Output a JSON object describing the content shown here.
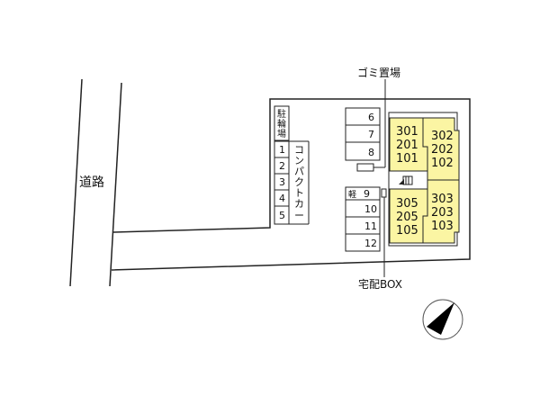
{
  "labels": {
    "road": "道路",
    "garbage": "ゴミ置場",
    "delivery_box": "宅配BOX",
    "bicycle_parking": [
      "駐",
      "輪",
      "場"
    ],
    "compact_car": [
      "コ",
      "ン",
      "パ",
      "ク",
      "ト",
      "カ",
      "ー"
    ],
    "light_car": "軽"
  },
  "parking_left": [
    "1",
    "2",
    "3",
    "4",
    "5"
  ],
  "parking_top": [
    "6",
    "7",
    "8"
  ],
  "parking_bottom": [
    "9",
    "10",
    "11",
    "12"
  ],
  "units": {
    "top_left": [
      "301",
      "201",
      "101"
    ],
    "top_right": [
      "302",
      "202",
      "102"
    ],
    "bottom_left": [
      "305",
      "205",
      "105"
    ],
    "bottom_right": [
      "303",
      "203",
      "103"
    ]
  },
  "colors": {
    "unit_fill": "#fbf5a3",
    "line": "#222222"
  },
  "compass": "north-arrow"
}
